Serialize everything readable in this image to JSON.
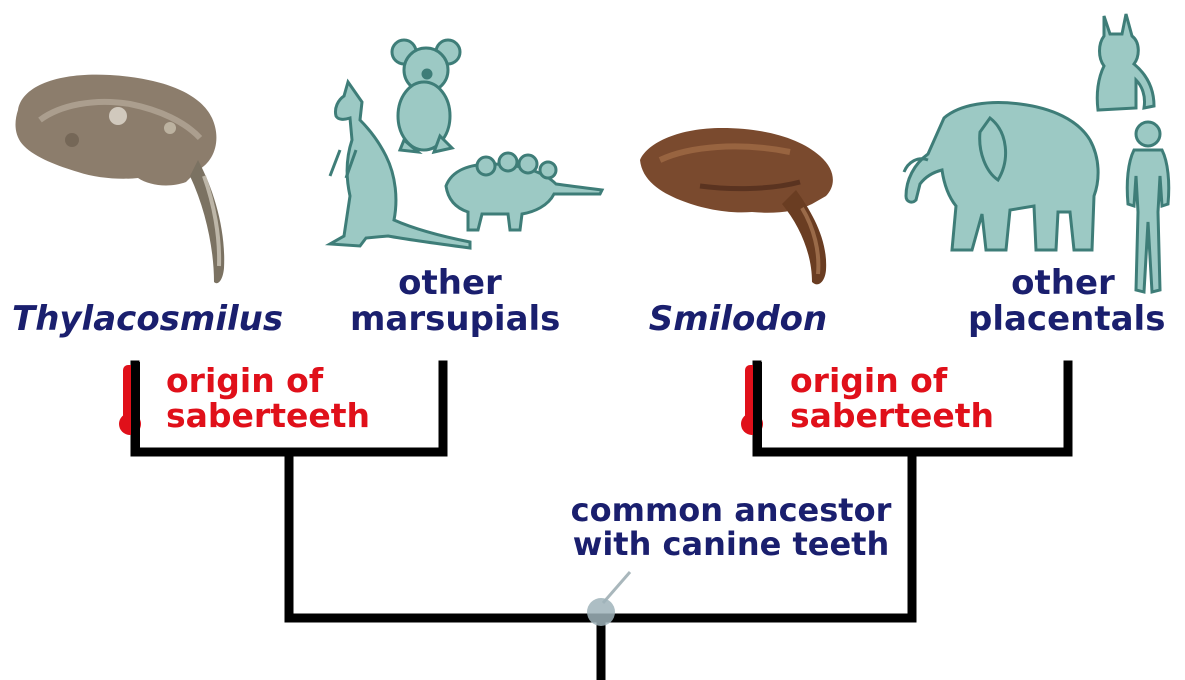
{
  "taxa": {
    "thylacosmilus": "Thylacosmilus",
    "marsupials_line1": "other",
    "marsupials_line2": "marsupials",
    "smilodon": "Smilodon",
    "placentals_line1": "other",
    "placentals_line2": "placentals"
  },
  "events": {
    "left": {
      "line1": "origin of",
      "line2": "saberteeth"
    },
    "right": {
      "line1": "origin of",
      "line2": "saberteeth"
    }
  },
  "ancestor": {
    "line1": "common ancestor",
    "line2": "with canine teeth"
  },
  "colors": {
    "taxon_text": "#1a1f6e",
    "event_text": "#e0101a",
    "tree_lines": "#000000",
    "animal_fill": "#9cc9c4",
    "animal_stroke": "#3e7d78",
    "skull_thylacosmilus": "#8c7d6c",
    "skull_smilodon": "#7a4a2e",
    "ancestor_dot": "#9fb3ba"
  },
  "icons": [
    "thylacosmilus-skull-icon",
    "kangaroo-icon",
    "koala-icon",
    "opossum-icon",
    "smilodon-skull-icon",
    "elephant-icon",
    "cat-icon",
    "human-icon",
    "thermometer-icon"
  ]
}
